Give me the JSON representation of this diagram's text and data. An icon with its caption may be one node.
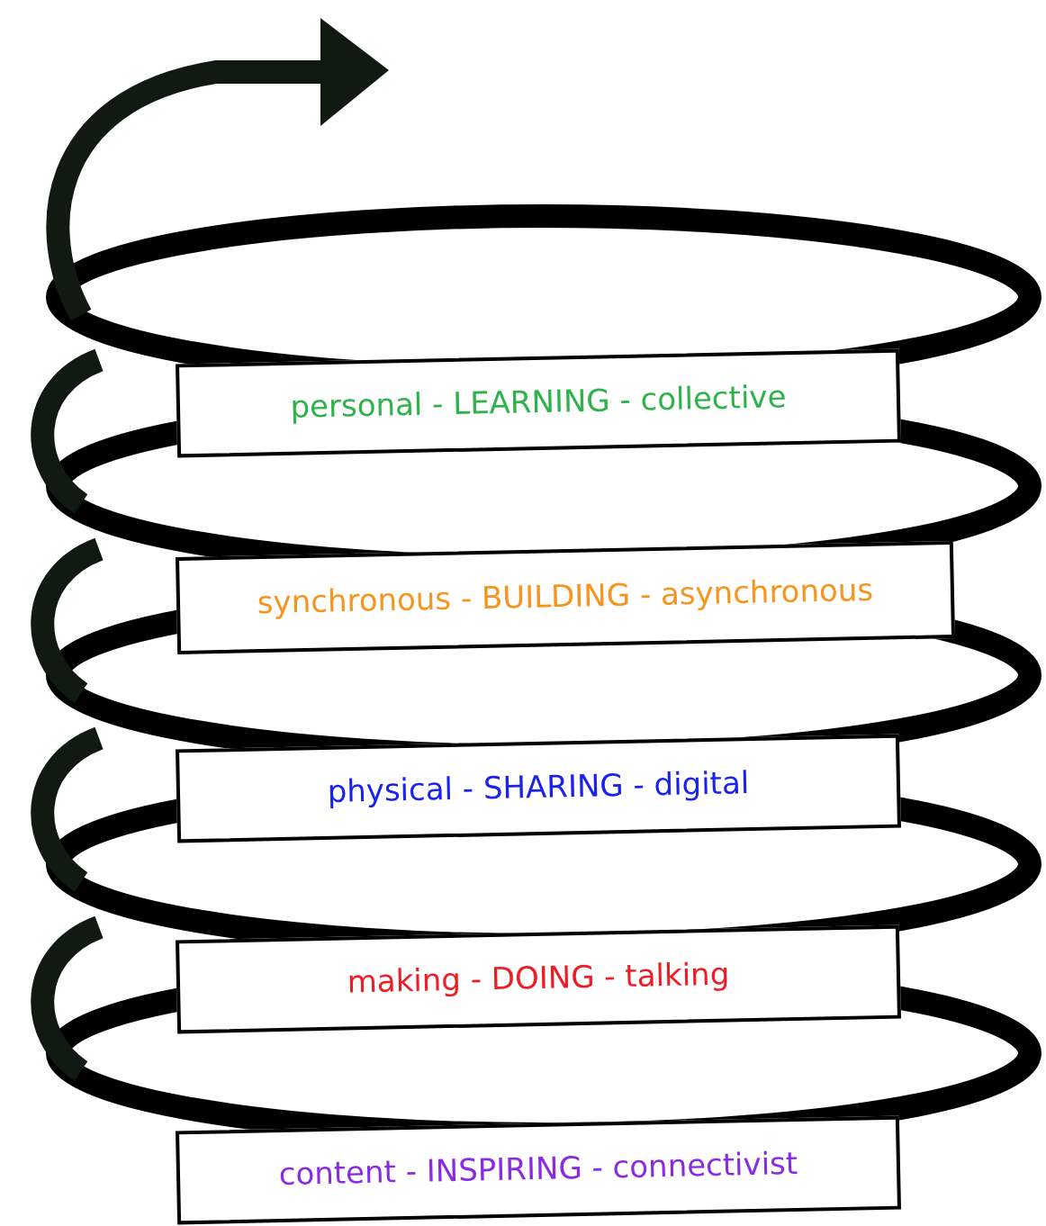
{
  "diagram": {
    "nodes": [
      {
        "text": [
          "personal - LEARNING - collective"
        ]
      },
      {
        "text": [
          "synchronous - BUILDING - asynchronous"
        ]
      },
      {
        "text": [
          "physical - SHARING - digital"
        ]
      },
      {
        "text": [
          "making - DOING - talking"
        ]
      },
      {
        "text": [
          "content - INSPIRING - connectivist"
        ]
      }
    ]
  }
}
